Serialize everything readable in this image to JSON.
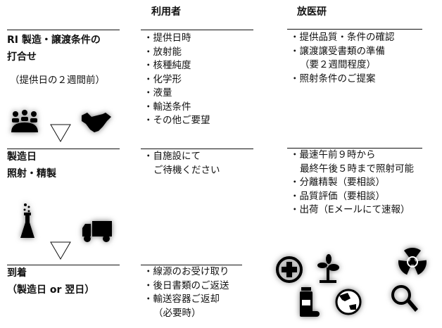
{
  "headers": {
    "user": "利用者",
    "nirs": "放医研"
  },
  "rows": [
    {
      "stage": [
        "RI 製造・譲渡条件の",
        "打合せ"
      ],
      "note": "（提供日の２週間前）",
      "user": [
        "・提供日時",
        "・放射能",
        "・核種純度",
        "・化学形",
        "・液量",
        "・輸送条件",
        "・その他ご要望"
      ],
      "nirs": [
        "・提供品質・条件の確認",
        "・譲渡譲受書類の準備",
        "（要２週間程度）",
        "・照射条件のご提案"
      ]
    },
    {
      "stage": [
        "製造日",
        "照射・精製"
      ],
      "user": [
        "・自施設にて",
        "ご待機ください"
      ],
      "nirs": [
        "・最速午前９時から",
        "最終午後５時まで照射可能",
        "・分離精製（要相談）",
        "・品質評価（要相談）",
        "・出荷（Eメールにて速報）"
      ]
    },
    {
      "stage": [
        "到着",
        "（製造日 or 翌日）"
      ],
      "user": [
        "・線源のお受け取り",
        "・後日書類のご返送",
        "・輸送容器ご返却",
        "（必要時）"
      ]
    }
  ],
  "icons": [
    "group-icon",
    "handshake-icon",
    "flask-icon",
    "truck-icon",
    "medical-plus-icon",
    "plant-icon",
    "radiation-icon",
    "medicine-bottle-icon",
    "globe-icon",
    "search-icon"
  ]
}
